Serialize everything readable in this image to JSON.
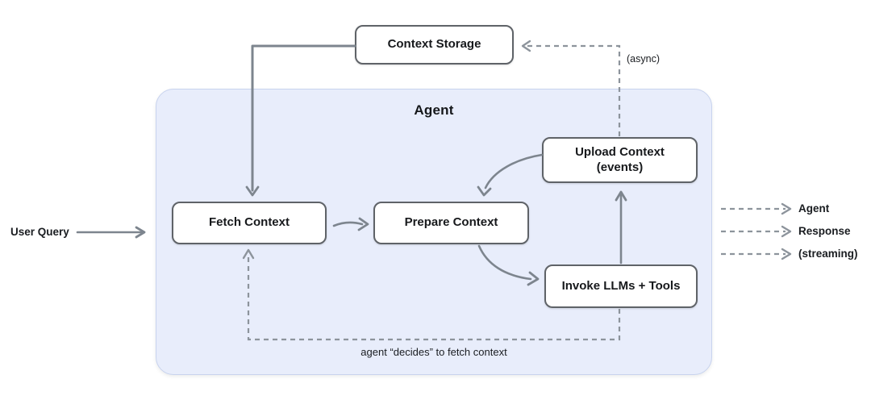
{
  "diagram": {
    "container": {
      "title": "Agent"
    },
    "nodes": {
      "context_storage": {
        "label": "Context Storage"
      },
      "fetch_context": {
        "label": "Fetch Context"
      },
      "prepare_context": {
        "label": "Prepare Context"
      },
      "upload_context": {
        "label": "Upload Context",
        "sublabel": "(events)"
      },
      "invoke_llms": {
        "label": "Invoke LLMs + Tools"
      }
    },
    "labels": {
      "user_query": "User Query",
      "async": "(async)",
      "agent_decides": "agent “decides” to fetch context",
      "outputs": [
        "Agent",
        "Response",
        "(streaming)"
      ]
    },
    "edges": [
      {
        "from": "user_query",
        "to": "fetch_context",
        "style": "solid"
      },
      {
        "from": "context_storage",
        "to": "fetch_context",
        "style": "solid"
      },
      {
        "from": "fetch_context",
        "to": "prepare_context",
        "style": "solid"
      },
      {
        "from": "prepare_context",
        "to": "invoke_llms",
        "style": "solid"
      },
      {
        "from": "invoke_llms",
        "to": "upload_context",
        "style": "solid"
      },
      {
        "from": "upload_context",
        "to": "prepare_context",
        "style": "solid"
      },
      {
        "from": "upload_context",
        "to": "context_storage",
        "style": "dashed",
        "label": "(async)"
      },
      {
        "from": "invoke_llms",
        "to": "fetch_context",
        "style": "dashed",
        "label": "agent “decides” to fetch context"
      },
      {
        "from": "agent",
        "to": "output",
        "style": "dashed",
        "label": "Agent Response (streaming)"
      }
    ],
    "colors": {
      "agent_container_fill": "#e8edfb",
      "agent_container_border": "#c8d3ee",
      "node_fill": "#ffffff",
      "node_border": "#5f6368",
      "arrow_solid": "#7d858e",
      "arrow_dashed": "#8d949c",
      "text": "#17191c"
    }
  }
}
